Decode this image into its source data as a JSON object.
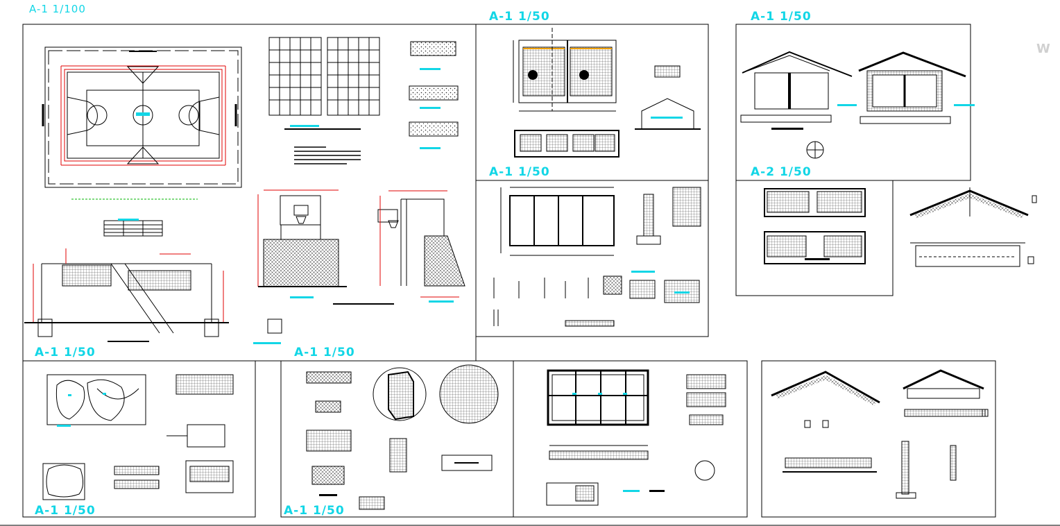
{
  "sheet_labels": {
    "l1": "A-1  1/100",
    "l2": "A-1  1/50",
    "l3": "A-1  1/50",
    "l4": "A-1  1/50",
    "l5": "A-2  1/50",
    "l6": "A-1  1/50",
    "l7": "A-1  1/50",
    "l8": "A-1  1/50",
    "l9": "A-1  1/50"
  },
  "watermark": "W",
  "colors": {
    "line": "#000000",
    "dimension": "#e00000",
    "label": "#12d6e6",
    "caption": "#00b400",
    "hatch": "#444444"
  }
}
